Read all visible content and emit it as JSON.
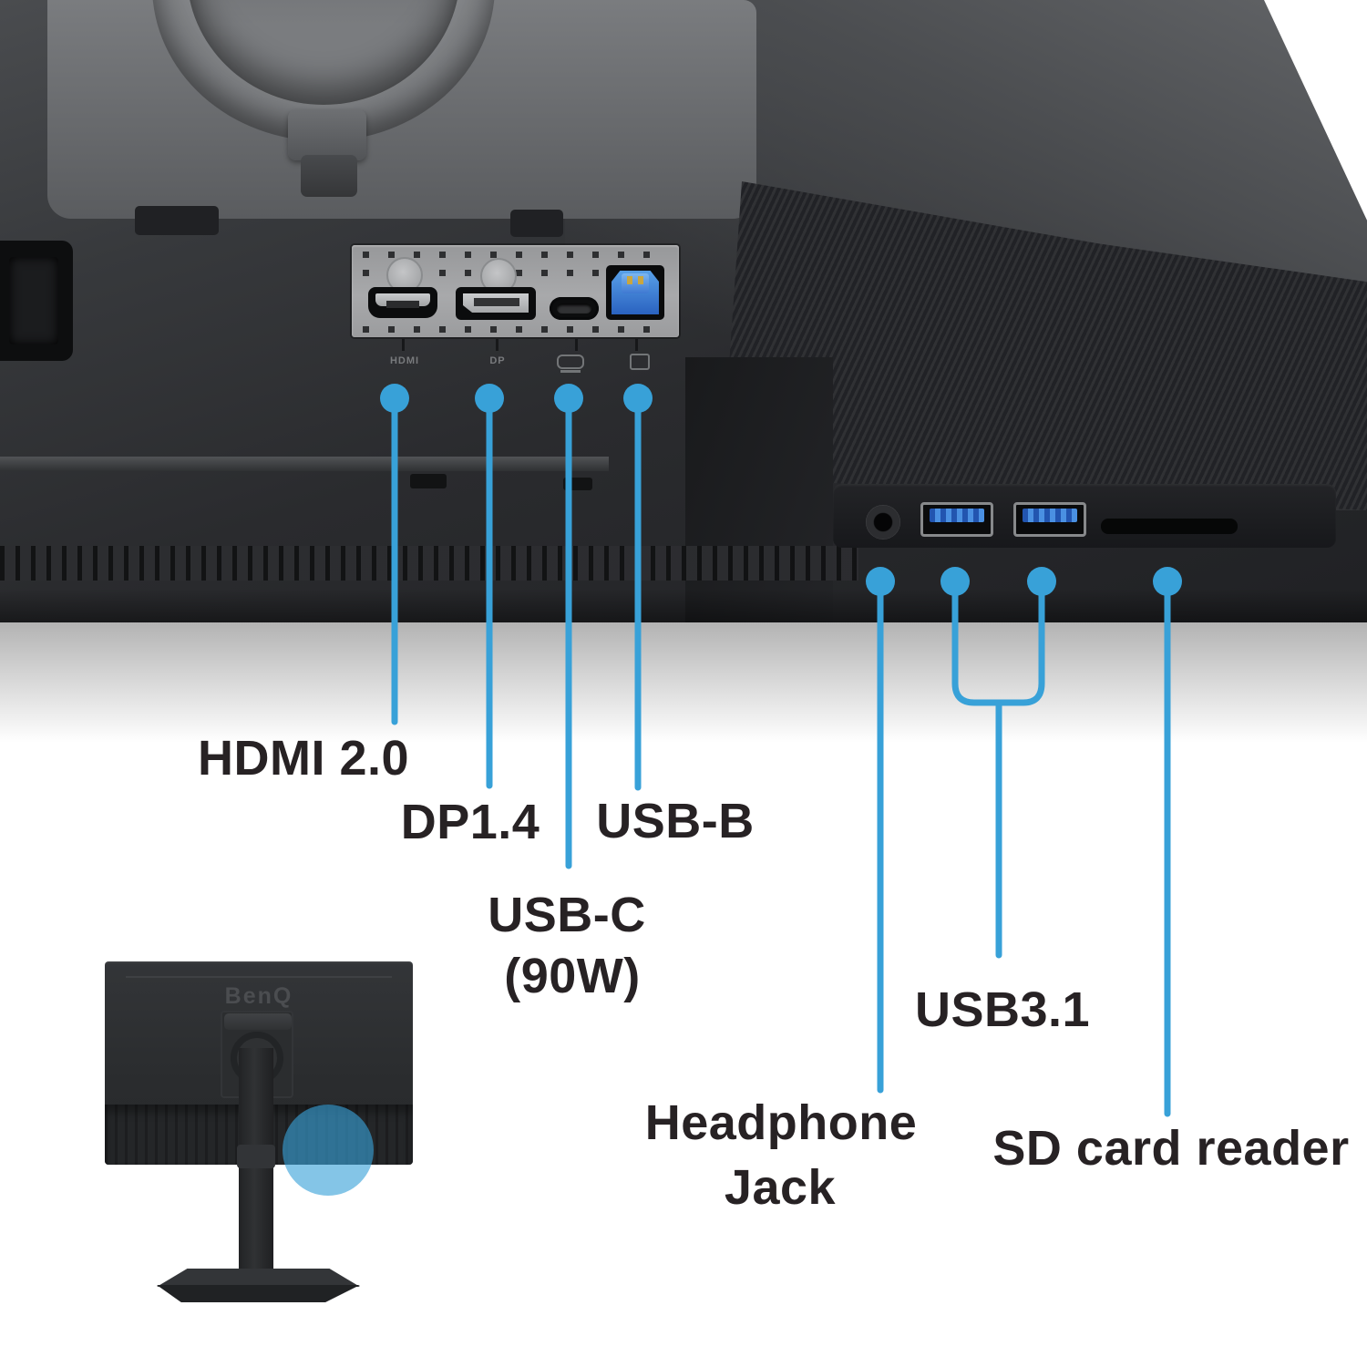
{
  "colors": {
    "accent": "#38a1d8",
    "label_text": "#272224"
  },
  "callouts": {
    "hdmi": "HDMI 2.0",
    "dp": "DP1.4",
    "usb_b": "USB-B",
    "usb_c_line1": "USB-C",
    "usb_c_line2": "(90W)",
    "usb31": "USB3.1",
    "headphone_line1": "Headphone",
    "headphone_line2": "Jack",
    "sd": "SD card reader"
  },
  "photo": {
    "port_sub_labels": {
      "hdmi": "HDMI",
      "dp": "DP"
    }
  },
  "thumbnail": {
    "brand_logo": "BenQ"
  }
}
